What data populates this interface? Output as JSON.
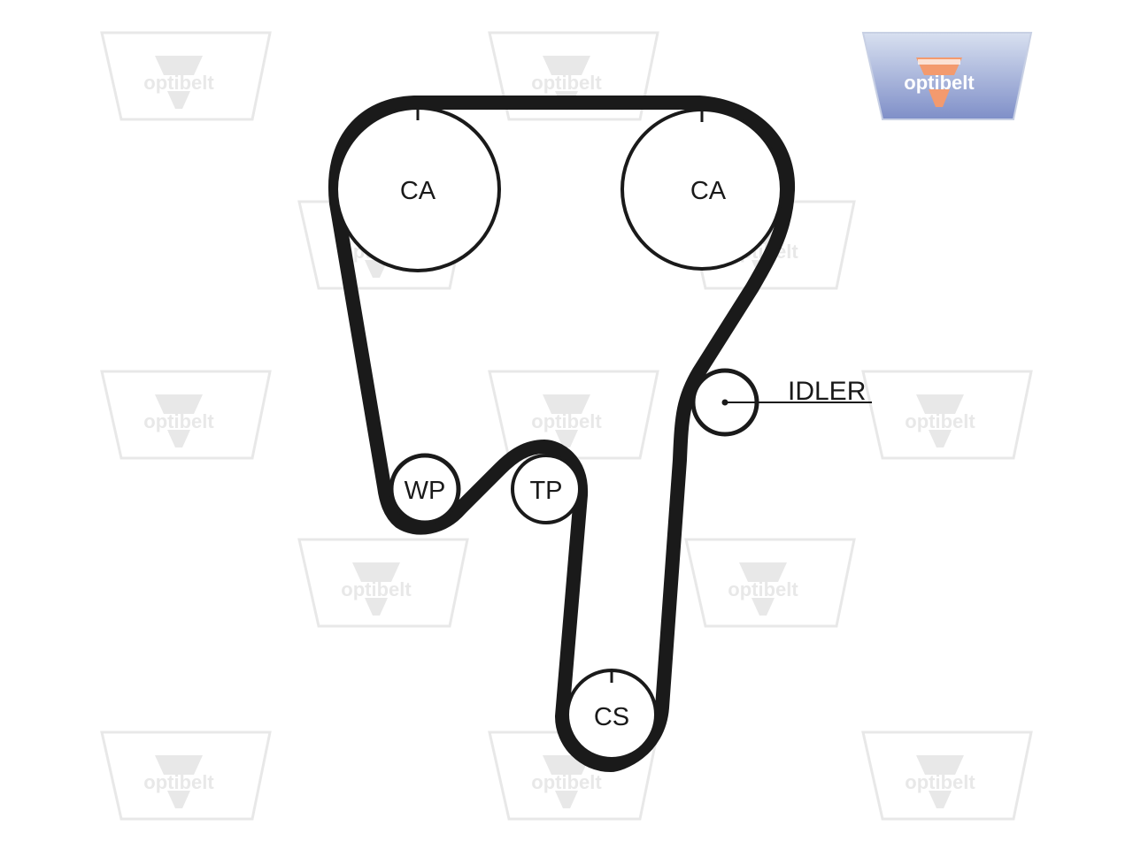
{
  "watermark": {
    "brand_text": "optibelt",
    "colors": {
      "faint": "#e8e8e8",
      "logo_top": "#d8e0f0",
      "logo_bottom": "#7f8fc8",
      "logo_orange": "#f39a6e"
    }
  },
  "diagram": {
    "belt_color": "#1a1a1a",
    "pulleys": [
      {
        "id": "ca-left",
        "label": "CA",
        "role": "camshaft"
      },
      {
        "id": "ca-right",
        "label": "CA",
        "role": "camshaft"
      },
      {
        "id": "idler",
        "label": "",
        "role": "idler"
      },
      {
        "id": "wp",
        "label": "WP",
        "role": "water-pump"
      },
      {
        "id": "tp",
        "label": "TP",
        "role": "tensioner-pulley"
      },
      {
        "id": "cs",
        "label": "CS",
        "role": "crankshaft"
      }
    ],
    "callout": {
      "text": "IDLER"
    }
  }
}
